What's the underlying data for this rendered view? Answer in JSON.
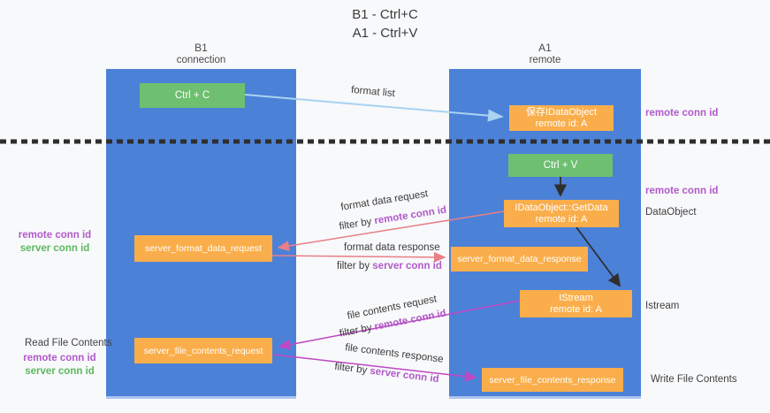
{
  "title": {
    "line1": "B1 - Ctrl+C",
    "line2": "A1 - Ctrl+V"
  },
  "lanes": {
    "left": {
      "name": "B1",
      "subtitle": "connection"
    },
    "right": {
      "name": "A1",
      "subtitle": "remote"
    }
  },
  "nodes": {
    "ctrl_c": {
      "label": "Ctrl + C"
    },
    "save_idataobject": {
      "line1": "保存IDataObject",
      "line2": "remote id: A"
    },
    "ctrl_v": {
      "label": "Ctrl + V"
    },
    "getdata": {
      "line1": "IDataObject::GetData",
      "line2": "remote id: A"
    },
    "server_format_data_request": {
      "label": "server_format_data_request"
    },
    "server_format_data_response": {
      "label": "server_format_data_response"
    },
    "istream": {
      "line1": "IStream",
      "line2": "remote id: A"
    },
    "server_file_contents_request": {
      "label": "server_file_contents_request"
    },
    "server_file_contents_response": {
      "label": "server_file_contents_response"
    }
  },
  "edge_labels": {
    "format_list": "format list",
    "format_data_request": "format data request",
    "format_data_response": "format data response",
    "file_contents_request": "file contents request",
    "file_contents_response": "file contents response",
    "filter_by": "filter by",
    "remote_conn_id": "remote conn id",
    "server_conn_id": "server conn id"
  },
  "side_labels": {
    "remote_conn_id": "remote conn id",
    "server_conn_id": "server conn id",
    "dataobject": "DataObject",
    "istream": "Istream",
    "read_file_contents": "Read File Contents",
    "write_file_contents": "Write File Contents"
  },
  "colors": {
    "lane_blue": "#4c81d8",
    "box_orange": "#f9ae4b",
    "box_green": "#6ebf70",
    "arrow_lightblue": "#a9d3f0",
    "arrow_black": "#2f2f2f",
    "arrow_salmon": "#e87f86",
    "arrow_magenta": "#c046c3",
    "conn_id_purple": "#b05ac8",
    "conn_id_green": "#5cb860",
    "dashed_line": "#2e2e2e"
  }
}
